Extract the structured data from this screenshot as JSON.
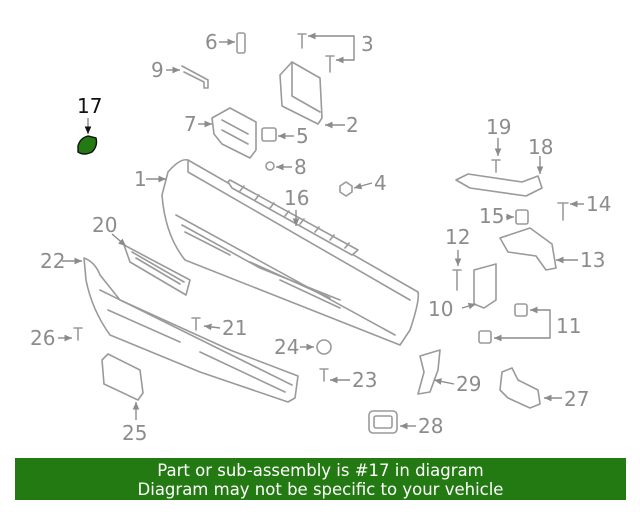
{
  "callouts": {
    "c1": "1",
    "c2": "2",
    "c3": "3",
    "c4": "4",
    "c5": "5",
    "c6": "6",
    "c7": "7",
    "c8": "8",
    "c9": "9",
    "c10": "10",
    "c11": "11",
    "c12": "12",
    "c13": "13",
    "c14": "14",
    "c15": "15",
    "c16": "16",
    "c17": "17",
    "c18": "18",
    "c19": "19",
    "c20": "20",
    "c21": "21",
    "c22": "22",
    "c23": "23",
    "c24": "24",
    "c25": "25",
    "c26": "26",
    "c27": "27",
    "c28": "28",
    "c29": "29"
  },
  "highlighted_part": "17",
  "colors": {
    "highlight_part": "#237a12",
    "banner_bg": "#237a12",
    "line_gray": "#9a9a9a"
  },
  "banner": {
    "line1": "Part or sub-assembly is #17 in diagram",
    "line2": "Diagram may not be specific to your vehicle"
  }
}
